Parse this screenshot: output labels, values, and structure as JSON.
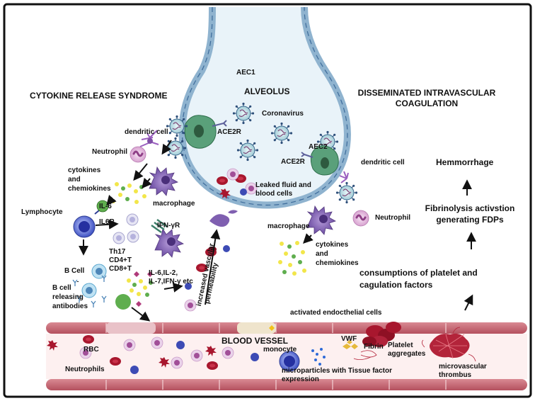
{
  "headings": {
    "crs": "CYTOKINE RELEASE SYNDROME",
    "dic_line1": "DISSEMINATED INTRAVASCULAR",
    "dic_line2": "COAGULATION",
    "alveolus": "ALVEOLUS",
    "blood_vessel": "BLOOD VESSEL"
  },
  "alveolus_labels": {
    "aec1": "AEC1",
    "coronavirus": "Coronavirus",
    "ace2r_left": "ACE2R",
    "ace2r_right": "ACE2R",
    "aec2": "AEC2",
    "leaked_line1": "Leaked fluid and",
    "leaked_line2": "blood cells"
  },
  "crs_labels": {
    "dendritic_cell": "dendritic cell",
    "neutrophil": "Neutrophil",
    "cytokines_line1": "cytokines",
    "cytokines_line2": "and",
    "cytokines_line3": "chemiokines",
    "macrophage": "macrophage",
    "lymphocyte": "Lymphocyte",
    "il6": "IL-6",
    "il6r": "IL6R",
    "ifn_gr": "IFN-γR",
    "th17": "Th17",
    "cd4": "CD4+T",
    "cd8": "CD8+T",
    "b_cell": "B Cell",
    "il_line1": "IL-6,IL-2,",
    "il_line2": "IL-7,IFN-γ etc",
    "b_rel_line1": "B cell",
    "b_rel_line2": "releasing",
    "b_rel_line3": "antibodies",
    "perm_line1": "increased vascular",
    "perm_line2": "permeability"
  },
  "dic_labels": {
    "dendritic_cell": "dendritic cell",
    "neutrophil": "Neutrophil",
    "macrophage": "macrophage",
    "cytokines_line1": "cytokines",
    "cytokines_line2": "and",
    "cytokines_line3": "chemiokines",
    "hemorrhage": "Hemmorrhage",
    "fibrinolysis_line1": "Fibrinolysis activstion",
    "fibrinolysis_line2": "generating  FDPs",
    "consumption_line1": "consumptions of  platelet and",
    "consumption_line2": "cagulation factors"
  },
  "vessel_labels": {
    "activated": "activated endocthelial cells",
    "rbc": "RBC",
    "neutrophils": "Neutrophils",
    "monocyte": "monocyte",
    "vwf": "VWF",
    "fibrin": "Fibrin",
    "platelet_line1": "Platelet",
    "platelet_line2": "aggregates",
    "micro_line1": "microparticles with Tissue factor",
    "micro_line2": "expression",
    "thrombus_line1": "microvascular",
    "thrombus_line2": "thrombus"
  },
  "colors": {
    "alveolus_fill": "#e9f3f9",
    "alveolus_wall": "#8fb3cf",
    "vessel_wall": "#c0707c",
    "rbc": "#a8172e",
    "macrophage": "#7f5fb0",
    "neutrophil": "#c989c2",
    "lymphocyte": "#4a5ec8",
    "green_cell": "#5fae4e"
  }
}
